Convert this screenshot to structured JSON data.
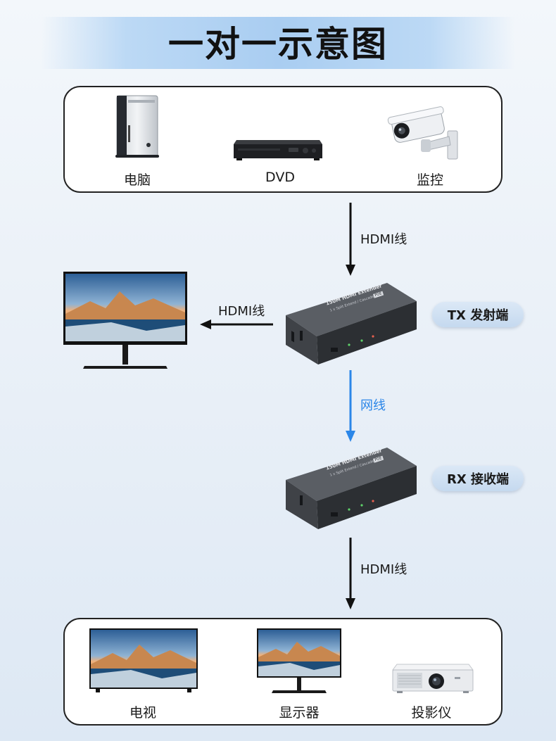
{
  "title": "一对一示意图",
  "sources": {
    "items": [
      {
        "label": "电脑",
        "icon": "pc-tower-icon"
      },
      {
        "label": "DVD",
        "icon": "dvd-player-icon"
      },
      {
        "label": "监控",
        "icon": "security-camera-icon"
      }
    ]
  },
  "connections": {
    "source_to_tx": "HDMI线",
    "tx_to_monitor": "HDMI线",
    "tx_to_rx": "网线",
    "rx_to_displays": "HDMI线"
  },
  "extender": {
    "model_text": "150M HDMI Extender",
    "sub_text": "1 x Split Extend / Cascade",
    "badge": "POE"
  },
  "tx_label": "TX 发射端",
  "rx_label": "RX 接收端",
  "displays": {
    "items": [
      {
        "label": "电视",
        "icon": "tv-icon"
      },
      {
        "label": "显示器",
        "icon": "monitor-icon"
      },
      {
        "label": "投影仪",
        "icon": "projector-icon"
      }
    ]
  },
  "colors": {
    "accent_blue": "#2b86e8",
    "pill_bg": "#c9dcf0",
    "line_black": "#111111"
  }
}
